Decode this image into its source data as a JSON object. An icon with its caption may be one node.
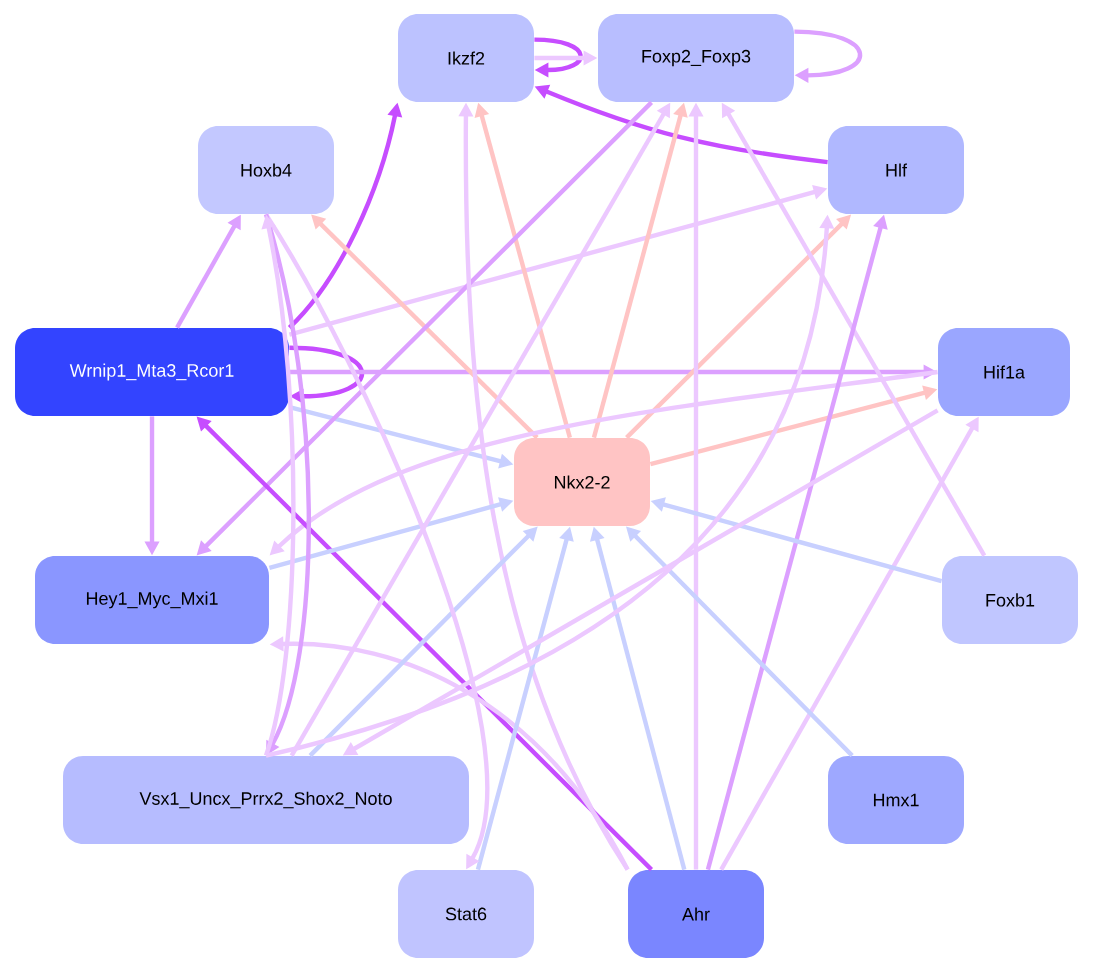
{
  "diagram": {
    "nodes": [
      {
        "text": [
          "Ikzf2"
        ]
      },
      {
        "text": [
          "Foxp2_Foxp3"
        ]
      },
      {
        "text": [
          "Hoxb4"
        ]
      },
      {
        "text": [
          "Hlf"
        ]
      },
      {
        "text": [
          "Wrnip1_Mta3_Rcor1"
        ]
      },
      {
        "text": [
          "Hif1a"
        ]
      },
      {
        "text": [
          "Nkx2-2"
        ]
      },
      {
        "text": [
          "Hey1_Myc_Mxi1"
        ]
      },
      {
        "text": [
          "Foxb1"
        ]
      },
      {
        "text": [
          "Vsx1_Uncx_Prrx2_Shox2_Noto"
        ]
      },
      {
        "text": [
          "Hmx1"
        ]
      },
      {
        "text": [
          "Stat6"
        ]
      },
      {
        "text": [
          "Ahr"
        ]
      }
    ],
    "edges": [
      {
        "from": 0,
        "to": 0,
        "arrow": "to",
        "color": "#c64dff"
      },
      {
        "from": 1,
        "to": 1,
        "arrow": "to",
        "color": "#dca0ff"
      },
      {
        "from": 0,
        "to": 1,
        "arrow": "to",
        "color": "#ecc8ff"
      },
      {
        "from": 3,
        "to": 0,
        "arrow": "to",
        "color": "#c64dff"
      },
      {
        "from": 4,
        "to": 0,
        "arrow": "to",
        "color": "#c64dff"
      },
      {
        "from": 4,
        "to": 4,
        "arrow": "to",
        "color": "#c64dff"
      },
      {
        "from": 4,
        "to": 2,
        "arrow": "to",
        "color": "#dca0ff"
      },
      {
        "from": 4,
        "to": 3,
        "arrow": "to",
        "color": "#ecc8ff"
      },
      {
        "from": 4,
        "to": 5,
        "arrow": "to",
        "color": "#dca0ff"
      },
      {
        "from": 4,
        "to": 6,
        "arrow": "to",
        "color": "#c8d0ff"
      },
      {
        "from": 4,
        "to": 7,
        "arrow": "to",
        "color": "#dca0ff"
      },
      {
        "from": 6,
        "to": 2,
        "arrow": "to",
        "color": "#ffc4c4"
      },
      {
        "from": 6,
        "to": 0,
        "arrow": "to",
        "color": "#ffc4c4"
      },
      {
        "from": 6,
        "to": 1,
        "arrow": "to",
        "color": "#ffc4c4"
      },
      {
        "from": 6,
        "to": 3,
        "arrow": "to",
        "color": "#ffc4c4"
      },
      {
        "from": 6,
        "to": 5,
        "arrow": "to",
        "color": "#ffc4c4"
      },
      {
        "from": 1,
        "to": 7,
        "arrow": "to",
        "color": "#dca0ff"
      },
      {
        "from": 5,
        "to": 7,
        "arrow": "to",
        "color": "#ecc8ff"
      },
      {
        "from": 8,
        "to": 1,
        "arrow": "to",
        "color": "#ecc8ff"
      },
      {
        "from": 12,
        "to": 1,
        "arrow": "to",
        "color": "#ecc8ff"
      },
      {
        "from": 12,
        "to": 0,
        "arrow": "to",
        "color": "#ecc8ff"
      },
      {
        "from": 12,
        "to": 4,
        "arrow": "to",
        "color": "#c64dff"
      },
      {
        "from": 12,
        "to": 3,
        "arrow": "to",
        "color": "#dca0ff"
      },
      {
        "from": 12,
        "to": 5,
        "arrow": "to",
        "color": "#ecc8ff"
      },
      {
        "from": 12,
        "to": 6,
        "arrow": "to",
        "color": "#c8d0ff"
      },
      {
        "from": 12,
        "to": 7,
        "arrow": "to",
        "color": "#ecc8ff"
      },
      {
        "from": 10,
        "to": 6,
        "arrow": "to",
        "color": "#c8d0ff"
      },
      {
        "from": 8,
        "to": 6,
        "arrow": "to",
        "color": "#c8d0ff"
      },
      {
        "from": 7,
        "to": 6,
        "arrow": "to",
        "color": "#c8d0ff"
      },
      {
        "from": 9,
        "to": 6,
        "arrow": "to",
        "color": "#c8d0ff"
      },
      {
        "from": 11,
        "to": 6,
        "arrow": "to",
        "color": "#c8d0ff"
      },
      {
        "from": 2,
        "to": 11,
        "arrow": "to",
        "color": "#ecc8ff"
      },
      {
        "from": 2,
        "to": 9,
        "arrow": "to",
        "color": "#dca0ff"
      },
      {
        "from": 9,
        "to": 2,
        "arrow": "to",
        "color": "#ecc8ff"
      },
      {
        "from": 5,
        "to": 9,
        "arrow": "to",
        "color": "#ecc8ff"
      },
      {
        "from": 9,
        "to": 1,
        "arrow": "to",
        "color": "#ecc8ff"
      },
      {
        "from": 9,
        "to": 3,
        "arrow": "to",
        "color": "#ecc8ff"
      }
    ]
  }
}
